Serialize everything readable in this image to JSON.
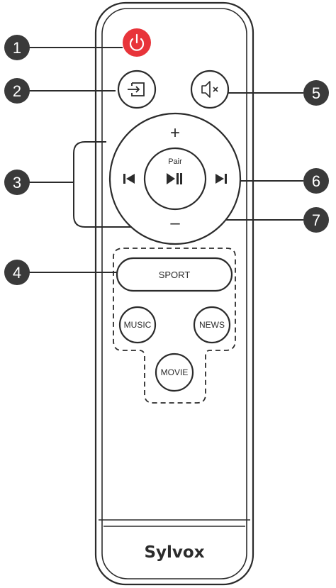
{
  "brand": "Sylvox",
  "callouts": [
    {
      "number": "1",
      "target": "power"
    },
    {
      "number": "2",
      "target": "input"
    },
    {
      "number": "3",
      "target": "volume-and-track"
    },
    {
      "number": "4",
      "target": "sound-modes"
    },
    {
      "number": "5",
      "target": "mute"
    },
    {
      "number": "6",
      "target": "next-track"
    },
    {
      "number": "7",
      "target": "play-pause-pair"
    }
  ],
  "buttons": {
    "power": {
      "icon": "power-icon",
      "color": "#e8343a"
    },
    "input": {
      "icon": "input-source-icon"
    },
    "mute": {
      "icon": "mute-icon"
    },
    "volume_up": "+",
    "volume_down": "–",
    "pair_label": "Pair",
    "play_pause_icon": "play-pause-icon",
    "prev_icon": "previous-track-icon",
    "next_icon": "next-track-icon"
  },
  "modes": {
    "sport": "SPORT",
    "music": "MUSIC",
    "news": "NEWS",
    "movie": "MOVIE"
  },
  "colors": {
    "outline": "#2b2b2b",
    "callout_fill": "#3a3a3a",
    "power_red": "#e8343a"
  }
}
